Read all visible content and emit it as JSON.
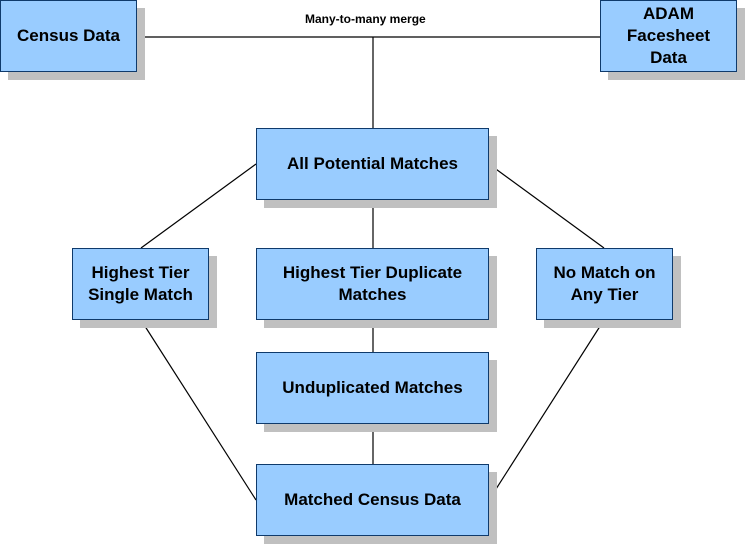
{
  "diagram": {
    "edge_label": "Many-to-many merge",
    "nodes": {
      "census_data": "Census Data",
      "adam_data": "ADAM\nFacesheet\nData",
      "all_potential": "All Potential Matches",
      "single_match": "Highest Tier\nSingle Match",
      "duplicate_matches": "Highest Tier Duplicate\nMatches",
      "no_match": "No Match on\nAny Tier",
      "unduplicated": "Unduplicated Matches",
      "matched_census": "Matched Census Data"
    },
    "colors": {
      "box_fill": "#99ccff",
      "box_border": "#0f3a6b",
      "shadow": "#c0c0c0"
    }
  }
}
